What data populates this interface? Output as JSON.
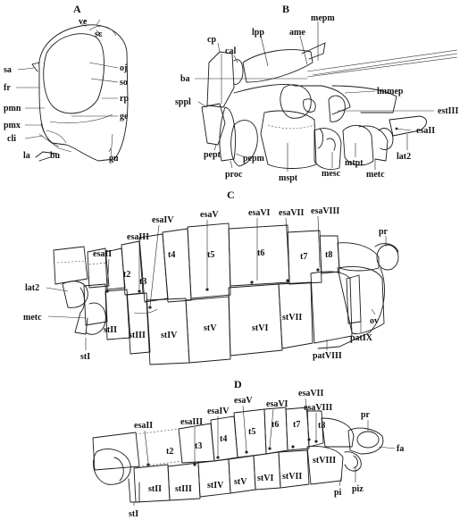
{
  "panels": {
    "A": {
      "letter": "A",
      "labels": {
        "ve": "ve",
        "sc": "sc",
        "oj": "oj",
        "so": "so",
        "sa": "sa",
        "rp": "rp",
        "fr": "fr",
        "pmn": "pmn",
        "ge": "ge",
        "pmx": "pmx",
        "cli": "cli",
        "la": "la",
        "bu": "bu",
        "gu": "gu"
      }
    },
    "B": {
      "letter": "B",
      "labels": {
        "mepm": "mepm",
        "ame": "ame",
        "lpp": "lpp",
        "cp": "cp",
        "cal": "cal",
        "ba": "ba",
        "lmmep": "lmmep",
        "sppl": "sppl",
        "estIII": "estIII",
        "esaII": "esaII",
        "pept": "pept",
        "pepm": "pepm",
        "proc": "proc",
        "mspt": "mspt",
        "mesc": "mesc",
        "mtpt": "mtpt",
        "metc": "metc",
        "lat2": "lat2"
      }
    },
    "C": {
      "letter": "C",
      "labels": {
        "esaVI": "esaVI",
        "esaVII": "esaVII",
        "esaVIII": "esaVIII",
        "esaV": "esaV",
        "esaIV": "esaIV",
        "esaIII": "esaIII",
        "esaII": "esaII",
        "pr": "pr",
        "t2": "t2",
        "t3": "t3",
        "t4": "t4",
        "t5": "t5",
        "t6": "t6",
        "t7": "t7",
        "t8": "t8",
        "lat2": "lat2",
        "metc": "metc",
        "stI": "stI",
        "stII": "stII",
        "stIII": "stIII",
        "stIV": "stIV",
        "stV": "stV",
        "stVI": "stVI",
        "stVII": "stVII",
        "patVIII": "patVIII",
        "patIX": "patIX",
        "ov": "ov"
      }
    },
    "D": {
      "letter": "D",
      "labels": {
        "esaVII": "esaVII",
        "esaV": "esaV",
        "esaVI": "esaVI",
        "esaVIII": "esaVIII",
        "esaIV": "esaIV",
        "esaIII": "esaIII",
        "esaII": "esaII",
        "pr": "pr",
        "fa": "fa",
        "t2": "t2",
        "t3": "t3",
        "t4": "t4",
        "t5": "t5",
        "t6": "t6",
        "t7": "t7",
        "t8": "t8",
        "stI": "stI",
        "stII": "stII",
        "stIII": "stIII",
        "stIV": "stIV",
        "stV": "stV",
        "stVI": "stVI",
        "stVII": "stVII",
        "stVIII": "stVIII",
        "pi": "pi",
        "piz": "piz"
      }
    }
  }
}
